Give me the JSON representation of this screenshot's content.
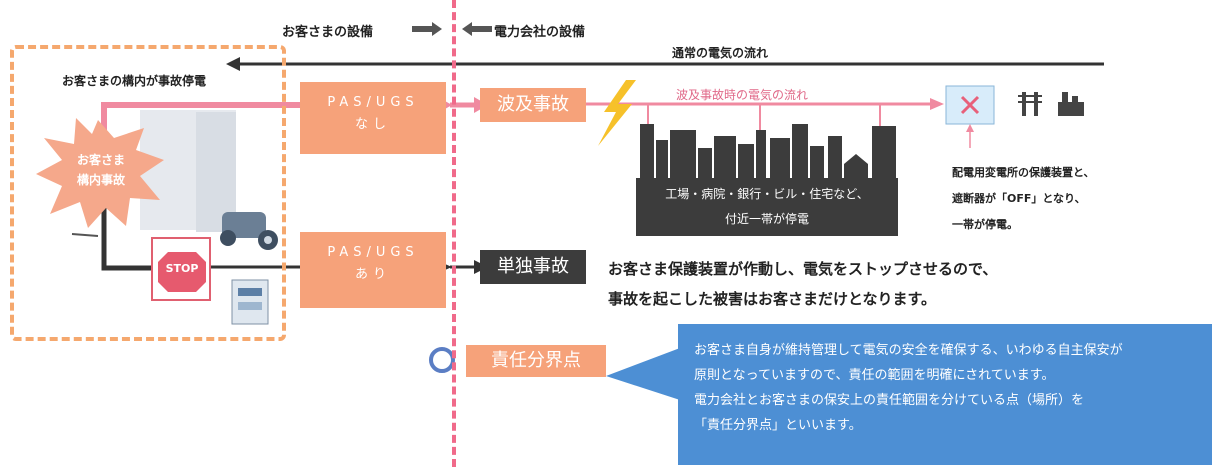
{
  "header": {
    "customer_side": "お客さまの設備",
    "utility_side": "電力会社の設備"
  },
  "flows": {
    "normal_flow": "通常の電気の流れ",
    "accident_flow": "波及事故時の電気の流れ",
    "customer_stop": "お客さまの構内が事故停電"
  },
  "customer": {
    "burst_lines": [
      "お客さま",
      "構内事故"
    ],
    "stop_sign": "STOP"
  },
  "pas": [
    {
      "lines": [
        "PAS/UGS",
        "なし"
      ]
    },
    {
      "lines": [
        "PAS/UGS",
        "あり"
      ]
    }
  ],
  "accidents": {
    "ripple": "波及事故",
    "single": "単独事故"
  },
  "city": {
    "lines": [
      "工場・病院・銀行・ビル・住宅など、",
      "付近一帯が停電"
    ]
  },
  "substation_note": [
    "配電用変電所の保護装置と、",
    "遮断器が「OFF」となり、",
    "一帯が停電。"
  ],
  "customer_protect_msg": [
    "お客さま保護装置が作動し、電気をストップさせるので、",
    "事故を起こした被害はお客さまだけとなります。"
  ],
  "boundary": {
    "label": "責任分界点",
    "explanation": [
      "お客さま自身が維持管理して電気の安全を確保する、いわゆる自主保安が",
      "原則となっていますので、責任の範囲を明確にされています。",
      "電力会社とお客さまの保安上の責任範囲を分けている点（場所）を",
      "「責任分界点」といいます。"
    ]
  },
  "colors": {
    "dash_orange": "#f5a86e",
    "boundary_pink": "#f06a8a",
    "accent_orange": "#f6a27a",
    "dark_gray": "#3c3c3c",
    "blue_box": "#4d8fd4"
  }
}
